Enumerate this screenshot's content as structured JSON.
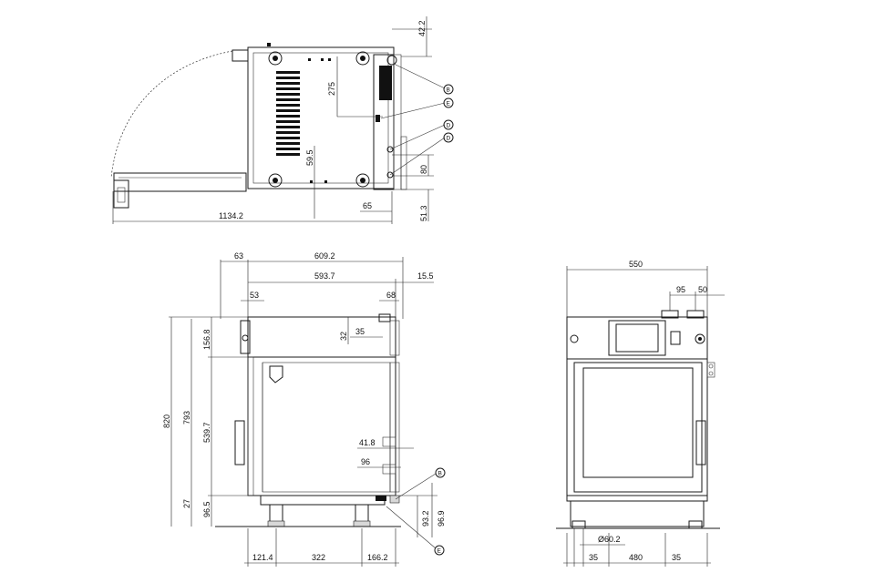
{
  "top_view": {
    "dims": {
      "d42_2": "42.2",
      "d275": "275",
      "d59_5": "59.5",
      "d80": "80",
      "d65": "65",
      "d51_3": "51.3",
      "d1134_2": "1134.2"
    },
    "callouts": {
      "b": "B",
      "e": "E",
      "d1": "D",
      "d2": "D"
    }
  },
  "side_view": {
    "dims": {
      "d63": "63",
      "d609_2": "609.2",
      "d593_7": "593.7",
      "d15_5": "15.5",
      "d53": "53",
      "d68": "68",
      "d32": "32",
      "d35": "35",
      "d156_8": "156.8",
      "d820": "820",
      "d793": "793",
      "d539_7": "539.7",
      "d41_8": "41.8",
      "d96": "96",
      "d27": "27",
      "d96_5": "96.5",
      "d93_2": "93.2",
      "d96_9": "96.9",
      "d121_4": "121.4",
      "d322": "322",
      "d166_2": "166.2"
    },
    "callouts": {
      "b": "B",
      "e": "E"
    }
  },
  "front_view": {
    "dims": {
      "d550": "550",
      "d95": "95",
      "d50": "50",
      "d060_2": "Ø60.2",
      "d35a": "35",
      "d480": "480",
      "d35b": "35"
    }
  }
}
